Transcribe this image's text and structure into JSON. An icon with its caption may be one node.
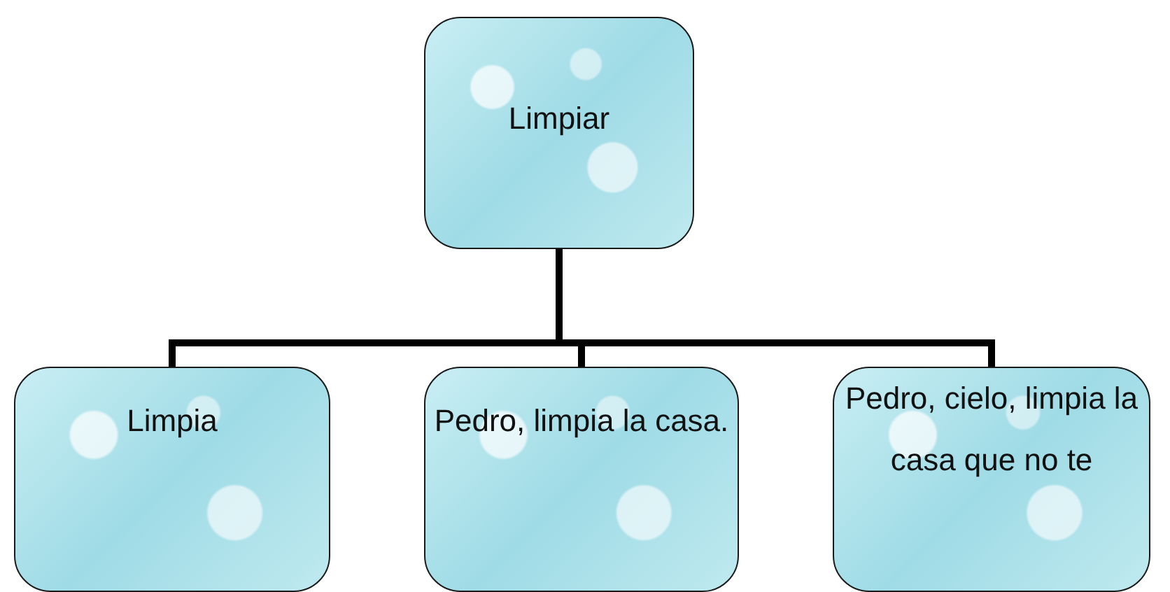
{
  "diagram": {
    "nodes": [
      {
        "text": [
          "Limpiar"
        ]
      },
      {
        "text": [
          "Limpia"
        ]
      },
      {
        "text": [
          "Pedro, limpia la casa."
        ]
      },
      {
        "text": [
          "Pedro, cielo, limpia la casa que no te"
        ]
      }
    ],
    "edges": [
      {
        "from": 0,
        "to": 1,
        "arrow": "none"
      },
      {
        "from": 0,
        "to": 2,
        "arrow": "none"
      },
      {
        "from": 0,
        "to": 3,
        "arrow": "none"
      }
    ]
  }
}
